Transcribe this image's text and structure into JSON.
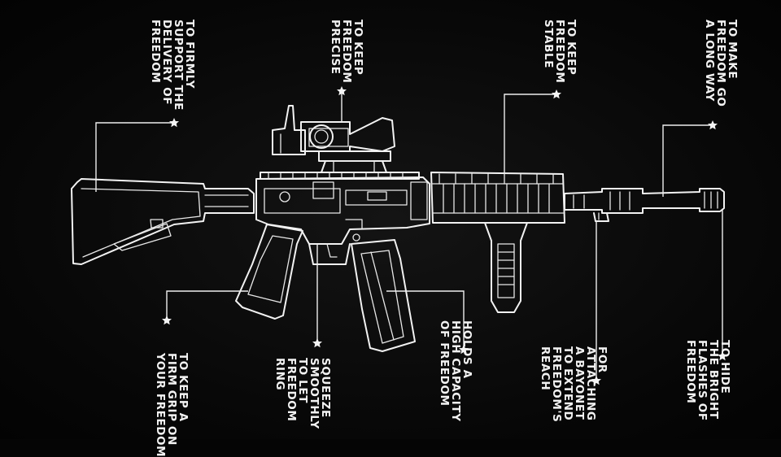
{
  "labels": {
    "stock": "TO FIRMLY\nSUPPORT THE\nDELIVERY OF\nFREEDOM",
    "scope": "TO KEEP\nFREEDOM\nPRECISE",
    "foregrip": "TO KEEP\nFREEDOM\nSTABLE",
    "barrel": "TO MAKE\nFREEDOM GO\nA LONG WAY",
    "pistol_grip": "TO KEEP A\nFIRM GRIP ON\nYOUR FREEDOM",
    "trigger": "SQUEEZE\nSMOOTHLY\nTO LET\nFREEDOM\nRING",
    "magazine": "HOLDS A\nHIGH CAPACITY\nOF FREEDOM",
    "bayonet_lug": "FOR\nATTACHING\nA BAYONET\nTO EXTEND\nFREEDOM'S\nREACH",
    "flash_hider": "TO HIDE\nTHE BRIGHT\nFLASHES OF\nFREEDOM"
  },
  "colors": {
    "background": "#050505",
    "ink": "#f2f2f2"
  },
  "icons": {
    "callout_marker": "star-icon"
  }
}
